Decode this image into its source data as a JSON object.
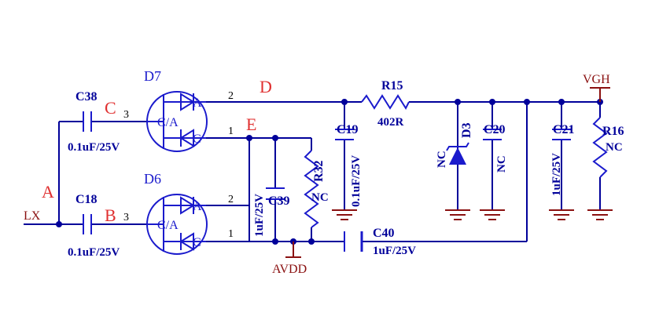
{
  "labels": {
    "D7": "D7",
    "D6": "D6",
    "C38": "C38",
    "C38_val": "0.1uF/25V",
    "C18": "C18",
    "C18_val": "0.1uF/25V",
    "C19": "C19",
    "C19_val": "0.1uF/25V",
    "C39": "C39",
    "C39_val": "1uF/25V",
    "C40": "C40",
    "C40_val": "1uF/25V",
    "R32": "R32",
    "R32_val": "NC",
    "R15": "R15",
    "R15_val": "402R",
    "D3": "D3",
    "D3_val": "NC",
    "C20": "C20",
    "C20_val": "NC",
    "C21": "C21",
    "C21_val": "1uF/25V",
    "R16": "R16",
    "R16_val": "NC",
    "net_LX": "LX",
    "net_AVDD": "AVDD",
    "net_VGH": "VGH",
    "node_A": "A",
    "node_B": "B",
    "node_C": "C",
    "node_D": "D",
    "node_E": "E",
    "pin_1": "1",
    "pin_2": "2",
    "pin_3": "3",
    "pin_A": "A",
    "pin_C": "C",
    "pin_CA": "C/A"
  },
  "colors": {
    "wire": "#00009a",
    "component": "#1a1acc",
    "power_net": "#8a1010",
    "node_marker": "#e03030"
  }
}
